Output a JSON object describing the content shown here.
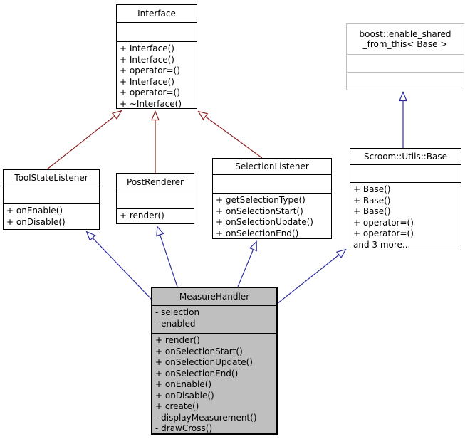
{
  "diagram_title": "MeasureHandler inheritance diagram",
  "colors": {
    "background": "#FFFFFF",
    "node_border": "#000000",
    "node_fill": "#FFFFFF",
    "focus_node_fill": "#BFBFBF",
    "external_node_border": "#BEBEBE",
    "edge_red": "#8B2323",
    "edge_blue": "#2E2E9E"
  },
  "classes": [
    {
      "name": "Interface",
      "attributes": [],
      "methods": [
        "+ Interface()",
        "+ Interface()",
        "+ operator=()",
        "+ Interface()",
        "+ operator=()",
        "+ ~Interface()"
      ]
    },
    {
      "name": "boost::enable_shared\n_from_this< Base >",
      "attributes": [],
      "methods": []
    },
    {
      "name": "ToolStateListener",
      "attributes": [],
      "methods": [
        "+ onEnable()",
        "+ onDisable()"
      ]
    },
    {
      "name": "PostRenderer",
      "attributes": [],
      "methods": [
        "+ render()"
      ]
    },
    {
      "name": "SelectionListener",
      "attributes": [],
      "methods": [
        "+ getSelectionType()",
        "+ onSelectionStart()",
        "+ onSelectionUpdate()",
        "+ onSelectionEnd()"
      ]
    },
    {
      "name": "Scroom::Utils::Base",
      "attributes": [],
      "methods": [
        "+ Base()",
        "+ Base()",
        "+ Base()",
        "+ operator=()",
        "+ operator=()",
        "and 3 more..."
      ]
    },
    {
      "name": "MeasureHandler",
      "attributes": [
        "- selection",
        "- enabled"
      ],
      "methods": [
        "+ render()",
        "+ onSelectionStart()",
        "+ onSelectionUpdate()",
        "+ onSelectionEnd()",
        "+ onEnable()",
        "+ onDisable()",
        "+ create()",
        "- displayMeasurement()",
        "- drawCross()"
      ]
    }
  ],
  "edges": [
    {
      "from": "ToolStateListener",
      "to": "Interface",
      "color": "#8B2323"
    },
    {
      "from": "PostRenderer",
      "to": "Interface",
      "color": "#8B2323"
    },
    {
      "from": "SelectionListener",
      "to": "Interface",
      "color": "#8B2323"
    },
    {
      "from": "MeasureHandler",
      "to": "ToolStateListener",
      "color": "#2E2E9E"
    },
    {
      "from": "MeasureHandler",
      "to": "PostRenderer",
      "color": "#2E2E9E"
    },
    {
      "from": "MeasureHandler",
      "to": "SelectionListener",
      "color": "#2E2E9E"
    },
    {
      "from": "MeasureHandler",
      "to": "Scroom::Utils::Base",
      "color": "#2E2E9E"
    },
    {
      "from": "Scroom::Utils::Base",
      "to": "boost::enable_shared_from_this< Base >",
      "color": "#2E2E9E"
    }
  ]
}
